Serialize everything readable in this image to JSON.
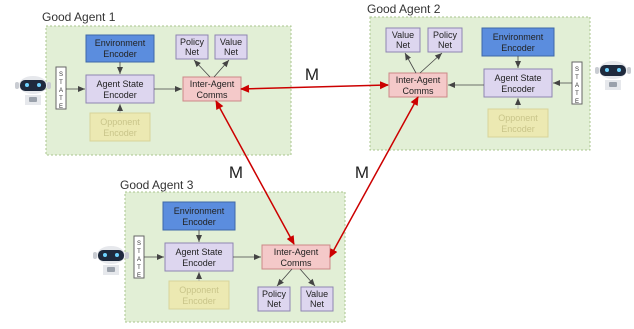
{
  "agents": [
    {
      "title": "Good Agent 1",
      "state_letters": [
        "S",
        "T",
        "A",
        "T",
        "E"
      ],
      "environment_encoder": [
        "Environment",
        "Encoder"
      ],
      "agent_state_encoder": [
        "Agent State",
        "Encoder"
      ],
      "opponent_encoder": [
        "Opponent",
        "Encoder"
      ],
      "inter_agent_comms": [
        "Inter-Agent",
        "Comms"
      ],
      "policy_net": [
        "Policy",
        "Net"
      ],
      "value_net": [
        "Value",
        "Net"
      ]
    },
    {
      "title": "Good Agent 2",
      "state_letters": [
        "S",
        "T",
        "A",
        "T",
        "E"
      ],
      "environment_encoder": [
        "Environment",
        "Encoder"
      ],
      "agent_state_encoder": [
        "Agent State",
        "Encoder"
      ],
      "opponent_encoder": [
        "Opponent",
        "Encoder"
      ],
      "inter_agent_comms": [
        "Inter-Agent",
        "Comms"
      ],
      "policy_net": [
        "Policy",
        "Net"
      ],
      "value_net": [
        "Value",
        "Net"
      ]
    },
    {
      "title": "Good Agent 3",
      "state_letters": [
        "S",
        "T",
        "A",
        "T",
        "E"
      ],
      "environment_encoder": [
        "Environment",
        "Encoder"
      ],
      "agent_state_encoder": [
        "Agent State",
        "Encoder"
      ],
      "opponent_encoder": [
        "Opponent",
        "Encoder"
      ],
      "inter_agent_comms": [
        "Inter-Agent",
        "Comms"
      ],
      "policy_net": [
        "Policy",
        "Net"
      ],
      "value_net": [
        "Value",
        "Net"
      ]
    }
  ],
  "message_links": [
    {
      "from": "Good Agent 1",
      "to": "Good Agent 2",
      "label": "M"
    },
    {
      "from": "Good Agent 1",
      "to": "Good Agent 3",
      "label": "M"
    },
    {
      "from": "Good Agent 2",
      "to": "Good Agent 3",
      "label": "M"
    }
  ],
  "colors": {
    "panel_fill": "#e2efd6",
    "panel_border": "#a9c58e",
    "environment_encoder": "#5b8dde",
    "agent_state_encoder": "#ddd6ef",
    "opponent_encoder": "#ece9b2",
    "opponent_text": "#c9c58a",
    "inter_agent_comms": "#f4c9c9",
    "nets": "#ddd6ef",
    "message_arrow": "#cc0000"
  },
  "icons": [
    "robot-icon"
  ]
}
